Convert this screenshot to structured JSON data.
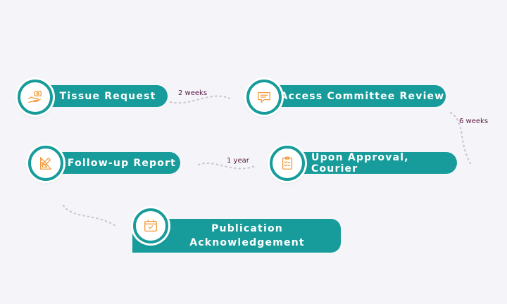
{
  "colors": {
    "accent": "#179c9b",
    "icon": "#f39a3b",
    "duration_text": "#5a1840",
    "dots": "#c9c6d3"
  },
  "steps": [
    {
      "label": "Tissue Request",
      "icon": "hand-money-icon"
    },
    {
      "label": "Access Committee Review",
      "icon": "chat-icon"
    },
    {
      "label": "Upon Approval, Courier",
      "icon": "clipboard-icon"
    },
    {
      "label": "Follow-up Report",
      "icon": "pencil-ruler-icon"
    },
    {
      "label_line1": "Publication",
      "label_line2": "Acknowledgement",
      "icon": "calendar-check-icon"
    }
  ],
  "durations": [
    "2 weeks",
    "6 weeks",
    "1 year"
  ]
}
